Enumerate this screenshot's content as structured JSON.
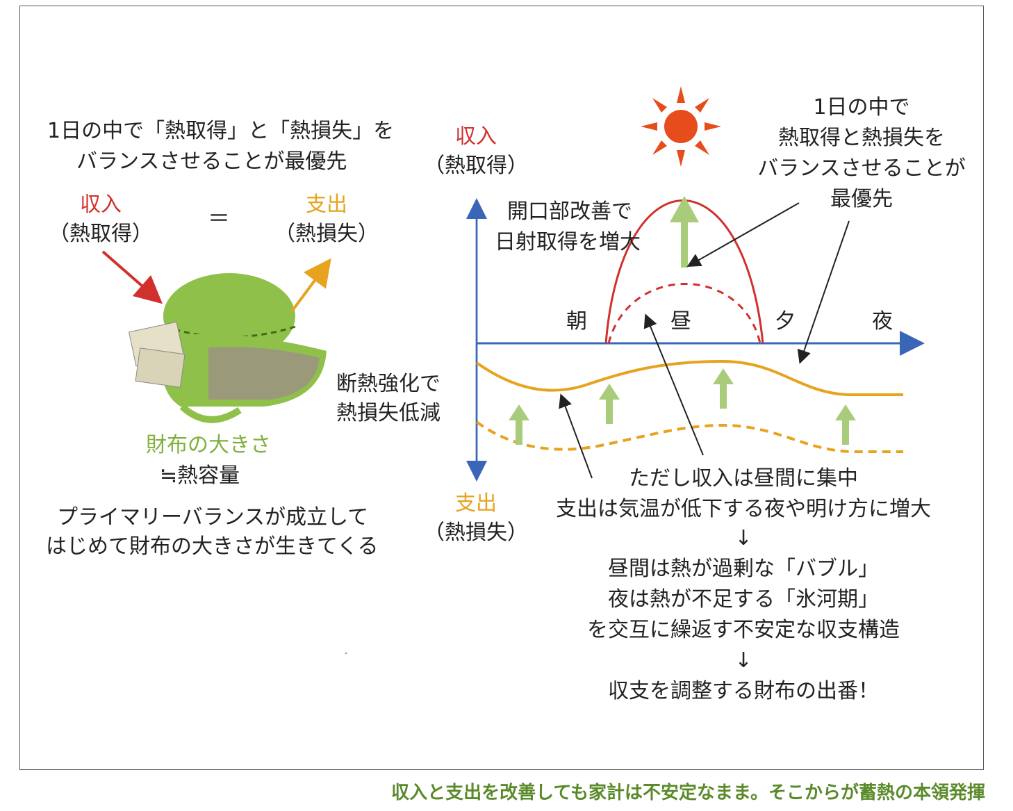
{
  "left": {
    "title_line1": "1日の中で「熱取得」と「熱損失」を",
    "title_line2": "バランスさせることが最優先",
    "income_label": "収入",
    "income_sub": "（熱取得）",
    "equals": "＝",
    "expense_label": "支出",
    "expense_sub": "（熱損失）",
    "wallet_size_label": "財布の大きさ",
    "heat_capacity_label": "≒熱容量",
    "balance_line1": "プライマリーバランスが成立して",
    "balance_line2": "はじめて財布の大きさが生きてくる"
  },
  "chart": {
    "y_top_label": "収入",
    "y_top_sub": "（熱取得）",
    "y_bottom_label": "支出",
    "y_bottom_sub": "（熱損失）",
    "time_labels": [
      "朝",
      "昼",
      "夕",
      "夜"
    ],
    "opening_line1": "開口部改善で",
    "opening_line2": "日射取得を増大",
    "insulation_line1": "断熱強化で",
    "insulation_line2": "熱損失低減",
    "priority_lines": [
      "1日の中で",
      "熱取得と熱損失を",
      "バランスさせることが",
      "最優先"
    ],
    "note_lines": [
      "ただし収入は昼間に集中",
      "支出は気温が低下する夜や明け方に増大"
    ],
    "arrow1": "↓",
    "bubble_lines": [
      "昼間は熱が過剰な「バブル」",
      "夜は熱が不足する「氷河期」",
      "を交互に繰返す不安定な収支構造"
    ],
    "arrow2": "↓",
    "conclusion": "収支を調整する財布の出番！"
  },
  "caption": "収入と支出を改善しても家計は不安定なまま。そこからが蓄熱の本領発揮",
  "colors": {
    "income": "#d0312d",
    "expense": "#e7a31f",
    "wallet": "#8fc14a",
    "axis": "#3a66b8",
    "caption": "#5a8a2a"
  }
}
